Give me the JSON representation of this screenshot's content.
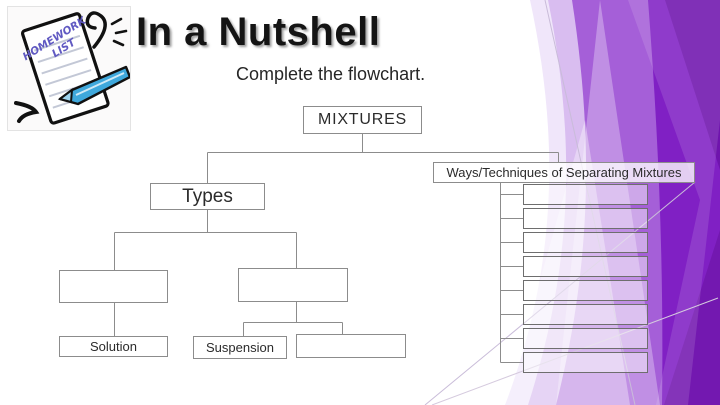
{
  "slide": {
    "title": "In a Nutshell",
    "subtitle": "Complete the flowchart."
  },
  "clipart": {
    "description": "homework-list-doodle",
    "text_line1": "HOMEWORK",
    "text_line2": "LIST"
  },
  "flowchart": {
    "root": {
      "label": "MIXTURES"
    },
    "types_branch": {
      "label": "Types",
      "blank_level": [
        "",
        ""
      ],
      "leaves": [
        {
          "label": "Solution"
        },
        {
          "label": "Suspension"
        },
        {
          "label": ""
        }
      ]
    },
    "ways_branch": {
      "label": "Ways/Techniques of Separating Mixtures",
      "blanks": [
        "",
        "",
        "",
        "",
        "",
        "",
        "",
        ""
      ]
    }
  },
  "colors": {
    "purple_dark": "#7d18bb",
    "purple_medium": "#a55fd8",
    "purple_light": "#d9bdf0",
    "purple_pale": "#f0e6fa",
    "connector_gray": "#8c8c8c",
    "pen_blue": "#3fa8dc",
    "handwriting_blue": "#6059c2"
  }
}
